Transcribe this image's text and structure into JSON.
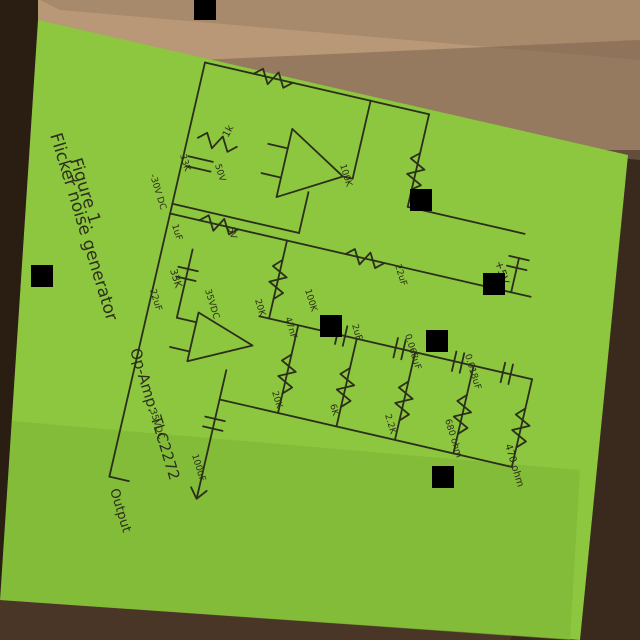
{
  "photo": {
    "title_line1": "Figure 1.",
    "title_line2": "Flicker noise generator",
    "opamp": "Op-Amp: TLC2272",
    "output": "Output",
    "supply": "+5V",
    "colors": {
      "paper": "#8dc63f",
      "paper_shadow": "#6fa12c",
      "wood": "#b89877",
      "wood_dark": "#5a4230",
      "ink": "#2b2f1a"
    },
    "components": [
      {
        "id": "r-1k",
        "text": "1k"
      },
      {
        "id": "r-33k-top",
        "text": "33K"
      },
      {
        "id": "r-100k-top",
        "text": "100K"
      },
      {
        "id": "c-1uf",
        "text": "1uF"
      },
      {
        "id": "v-30v",
        "text": "-30V DC"
      },
      {
        "id": "v-5v",
        "text": "5V"
      },
      {
        "id": "v-50v",
        "text": "50V"
      },
      {
        "id": "c-22uf-right",
        "text": "22uF"
      },
      {
        "id": "r-33k",
        "text": "33K"
      },
      {
        "id": "c-22uf-left",
        "text": "22uF"
      },
      {
        "id": "v-35vdc",
        "text": "35VDC"
      },
      {
        "id": "r-20k-a",
        "text": "20K"
      },
      {
        "id": "r-100k",
        "text": "100K"
      },
      {
        "id": "c-47nf",
        "text": "47nF"
      },
      {
        "id": "c-2uf",
        "text": "2uF"
      },
      {
        "id": "c-068uf",
        "text": "0.068uF"
      },
      {
        "id": "c-0018uf",
        "text": "0.018uF"
      },
      {
        "id": "r-20k-b",
        "text": "20K"
      },
      {
        "id": "r-6k",
        "text": "6K"
      },
      {
        "id": "r-2k",
        "text": "2.2K"
      },
      {
        "id": "r-680",
        "text": "680 ohm"
      },
      {
        "id": "r-470",
        "text": "470 ohm"
      },
      {
        "id": "v-35vdc-b",
        "text": "35VDC"
      },
      {
        "id": "c-100uf",
        "text": "100uF"
      }
    ]
  }
}
